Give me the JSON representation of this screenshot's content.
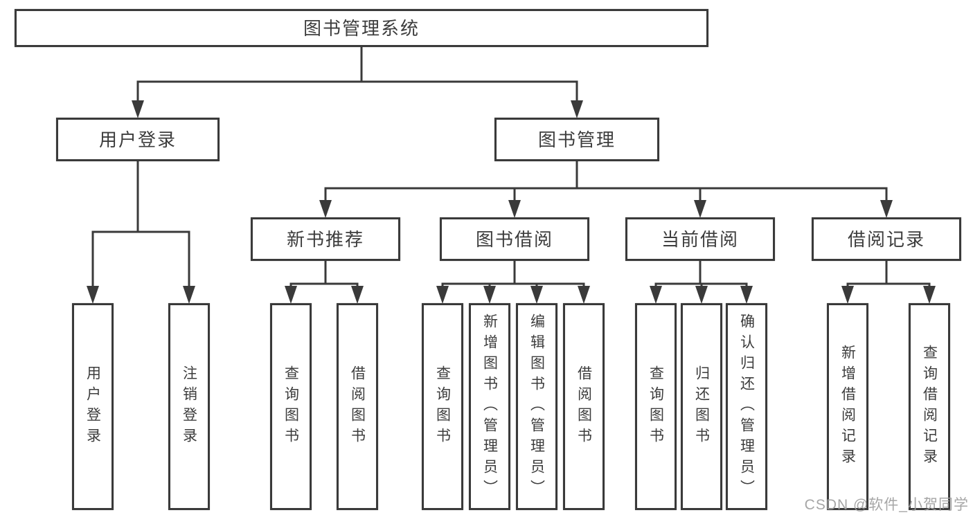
{
  "diagram": {
    "title": "图书管理系统",
    "branches": [
      {
        "label": "用户登录",
        "children": [
          {
            "label": "用户登录"
          },
          {
            "label": "注销登录"
          }
        ]
      },
      {
        "label": "图书管理",
        "children": [
          {
            "label": "新书推荐",
            "children": [
              {
                "label": "查询图书"
              },
              {
                "label": "借阅图书"
              }
            ]
          },
          {
            "label": "图书借阅",
            "children": [
              {
                "label": "查询图书"
              },
              {
                "label": "新增图书（管理员）"
              },
              {
                "label": "编辑图书（管理员）"
              },
              {
                "label": "借阅图书"
              }
            ]
          },
          {
            "label": "当前借阅",
            "children": [
              {
                "label": "查询图书"
              },
              {
                "label": "归还图书"
              },
              {
                "label": "确认归还（管理员）"
              }
            ]
          },
          {
            "label": "借阅记录",
            "children": [
              {
                "label": "新增借阅记录"
              },
              {
                "label": "查询借阅记录"
              }
            ]
          }
        ]
      }
    ]
  },
  "watermark": "CSDN @软件_小贺同学",
  "colors": {
    "line": "#3a3a3a",
    "text": "#3c3c3c",
    "watermark": "#9e9e9e",
    "background": "#ffffff"
  }
}
